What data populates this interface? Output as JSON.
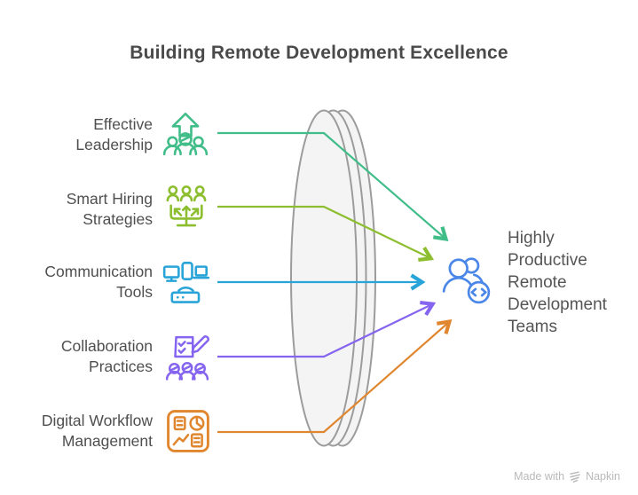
{
  "title": "Building Remote Development Excellence",
  "items": [
    {
      "label": "Effective\nLeadership",
      "icon": "team-growth-icon",
      "color": "#41BD89"
    },
    {
      "label": "Smart Hiring\nStrategies",
      "icon": "hiring-funnel-icon",
      "color": "#8CBE2F"
    },
    {
      "label": "Communication\nTools",
      "icon": "devices-icon",
      "color": "#29A4D8"
    },
    {
      "label": "Collaboration\nPractices",
      "icon": "checklist-team-icon",
      "color": "#8565EF"
    },
    {
      "label": "Digital Workflow\nManagement",
      "icon": "dashboard-icon",
      "color": "#E0862F"
    }
  ],
  "output": {
    "label": "Highly\nProductive\nRemote\nDevelopment\nTeams",
    "icon": "team-code-icon",
    "color": "#4A87E8"
  },
  "lens": {
    "fill": "#F4F4F4",
    "stroke": "#9C9C9C"
  },
  "watermark": {
    "prefix": "Made with",
    "brand": "Napkin"
  }
}
